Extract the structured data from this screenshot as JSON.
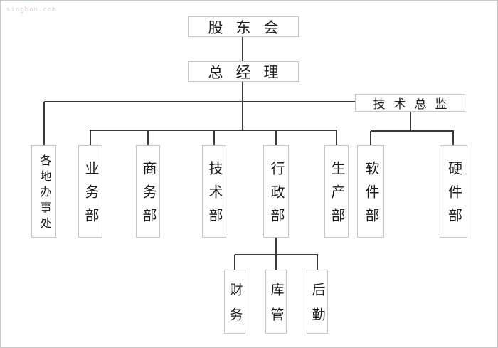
{
  "page": {
    "watermark": "singbon.com",
    "background": "#ffffff"
  },
  "org_chart": {
    "root": "股东会",
    "general_manager": "总经理",
    "technical_director": "技术总监",
    "gm_departments": [
      "各地办事处",
      "业务部",
      "商务部",
      "技术部",
      "行政部",
      "生产部"
    ],
    "td_departments": [
      "软件部",
      "硬件部"
    ],
    "admin_subdepartments": [
      "财务",
      "库管",
      "后勤"
    ]
  },
  "colors": {
    "connector": "#3a3a3a",
    "box_border": "#c6c6c6",
    "text": "#1c1c1c",
    "watermark": "#dcc9c9"
  }
}
